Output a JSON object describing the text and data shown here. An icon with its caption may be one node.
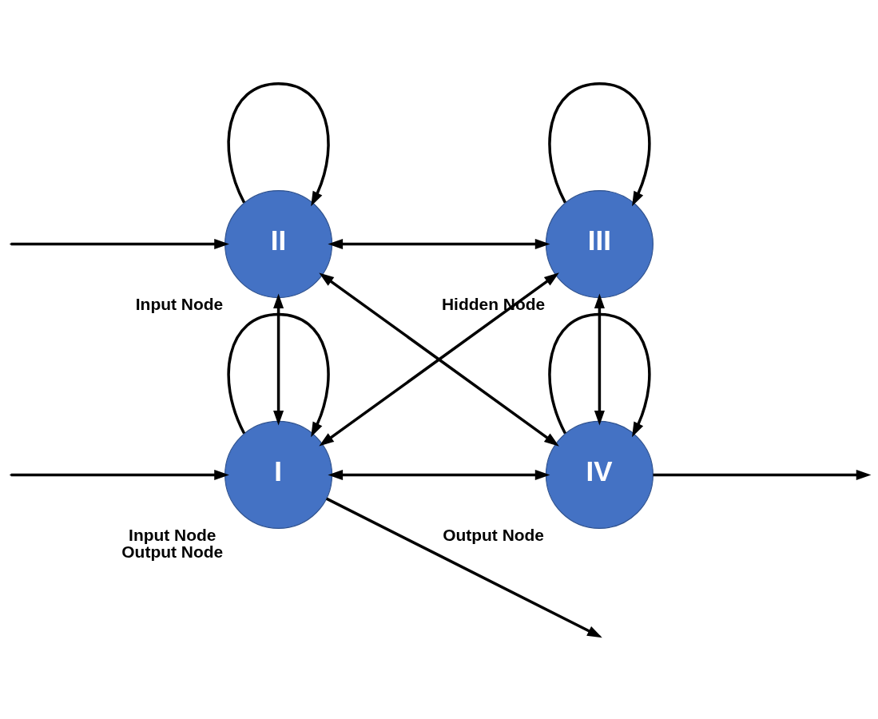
{
  "diagram": {
    "nodes": [
      {
        "text": [
          "II"
        ],
        "beside": [
          "Input Node"
        ]
      },
      {
        "text": [
          "III"
        ],
        "beside": [
          "Hidden Node"
        ]
      },
      {
        "text": [
          "I"
        ],
        "beside": [
          "Input Node",
          "Output Node"
        ]
      },
      {
        "text": [
          "IV"
        ],
        "beside": [
          "Output Node"
        ]
      }
    ],
    "edges": [
      {
        "from": 0,
        "to": 0,
        "arrow": "to"
      },
      {
        "from": 1,
        "to": 1,
        "arrow": "to"
      },
      {
        "from": null,
        "to": 0,
        "arrow": "to"
      },
      {
        "from": 0,
        "to": 1,
        "arrow": "both"
      },
      {
        "from": 0,
        "to": 2,
        "arrow": "both"
      },
      {
        "from": 0,
        "to": 3,
        "arrow": "both"
      },
      {
        "from": 1,
        "to": 2,
        "arrow": "both"
      },
      {
        "from": 1,
        "to": 3,
        "arrow": "both"
      },
      {
        "from": 2,
        "to": null,
        "arrow": "to"
      },
      {
        "from": 2,
        "to": 3,
        "arrow": "both"
      },
      {
        "from": 3,
        "to": null,
        "arrow": "to"
      },
      {
        "from": null,
        "to": 2,
        "arrow": "to"
      },
      {
        "from": 2,
        "to": 2,
        "arrow": "to"
      },
      {
        "from": 3,
        "to": 3,
        "arrow": "to"
      }
    ]
  }
}
